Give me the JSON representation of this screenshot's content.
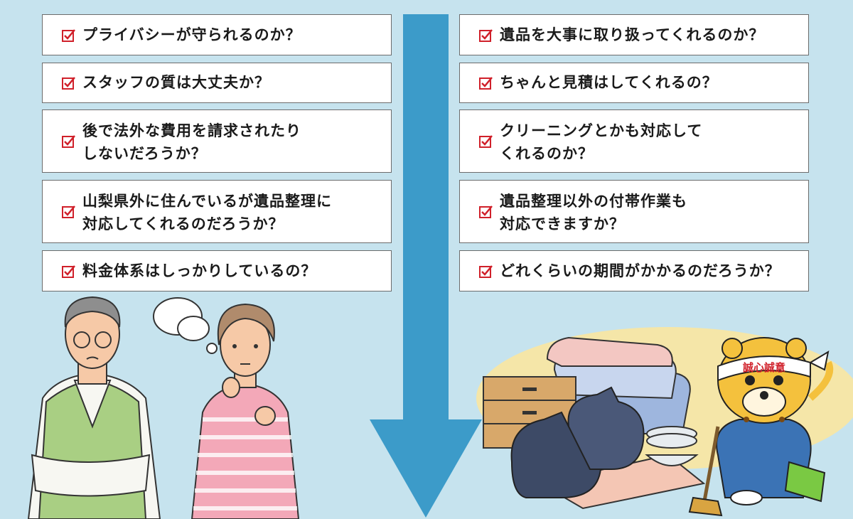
{
  "left_items": [
    {
      "text": "プライバシーが守られるのか？"
    },
    {
      "text": "スタッフの質は大丈夫か？"
    },
    {
      "text": "後で法外な費用を請求されたり\nしないだろうか？"
    },
    {
      "text": "山梨県外に住んでいるが遺品整理に\n対応してくれるのだろうか？"
    },
    {
      "text": "料金体系はしっかりしているの？"
    }
  ],
  "right_items": [
    {
      "text": "遺品を大事に取り扱ってくれるのか？"
    },
    {
      "text": "ちゃんと見積はしてくれるの？"
    },
    {
      "text": "クリーニングとかも対応して\nくれるのか？"
    },
    {
      "text": "遺品整理以外の付帯作業も\n対応できますか？"
    },
    {
      "text": "どれくらいの期間がかかるのだろうか？"
    }
  ],
  "mascot": {
    "headband_text": "誠心誠意"
  },
  "colors": {
    "background": "#c6e3ee",
    "arrow": "#3c9bc9",
    "check": "#d0202a"
  }
}
